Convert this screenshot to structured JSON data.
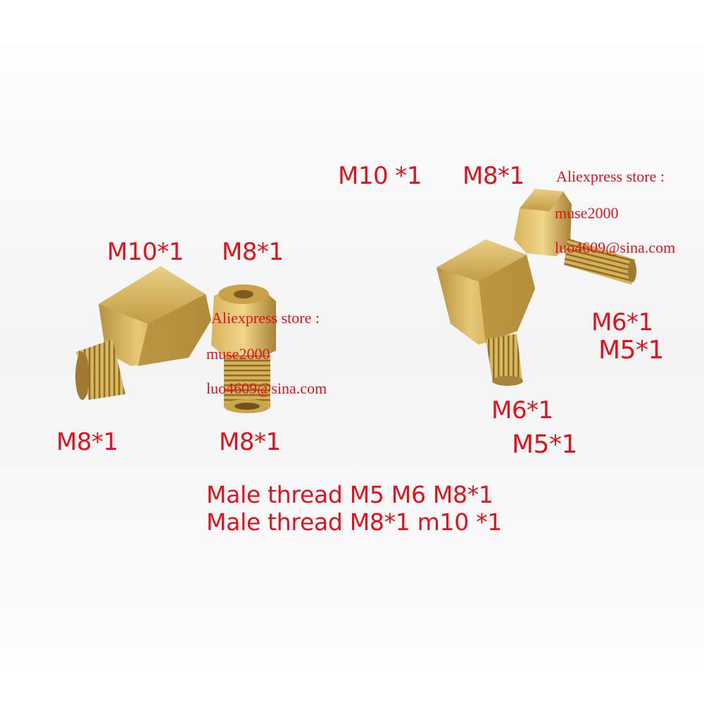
{
  "labels": {
    "left_top_large": "M10*1",
    "left_top_small": "M8*1",
    "left_bottom_large": "M8*1",
    "left_bottom_small": "M8*1",
    "right_top_large": "M10 *1",
    "right_top_small": "M8*1",
    "right_side_a": "M6*1",
    "right_side_b": "M5*1",
    "right_bottom_a": "M6*1",
    "right_bottom_b": "M5*1"
  },
  "watermarks": {
    "right": {
      "line1": "Aliexpress store :",
      "line2": "muse2000",
      "line3": "luo4609@sina.com"
    },
    "center": {
      "line1": "Aliexpress store :",
      "line2": "muse2000",
      "line3": "luo4609@sina.com"
    }
  },
  "caption": {
    "line1": "Male thread  M5 M6 M8*1",
    "line2": "Male thread  M8*1  m10 *1"
  },
  "colors": {
    "text": "#e0121d",
    "background": "#ffffff",
    "brass_light": "#e8c86a",
    "brass_mid": "#c9a24a",
    "brass_dark": "#8a6a25"
  },
  "objects": [
    "brass-adapter-left-large",
    "brass-adapter-left-small",
    "brass-adapter-right-large",
    "brass-adapter-right-small"
  ]
}
